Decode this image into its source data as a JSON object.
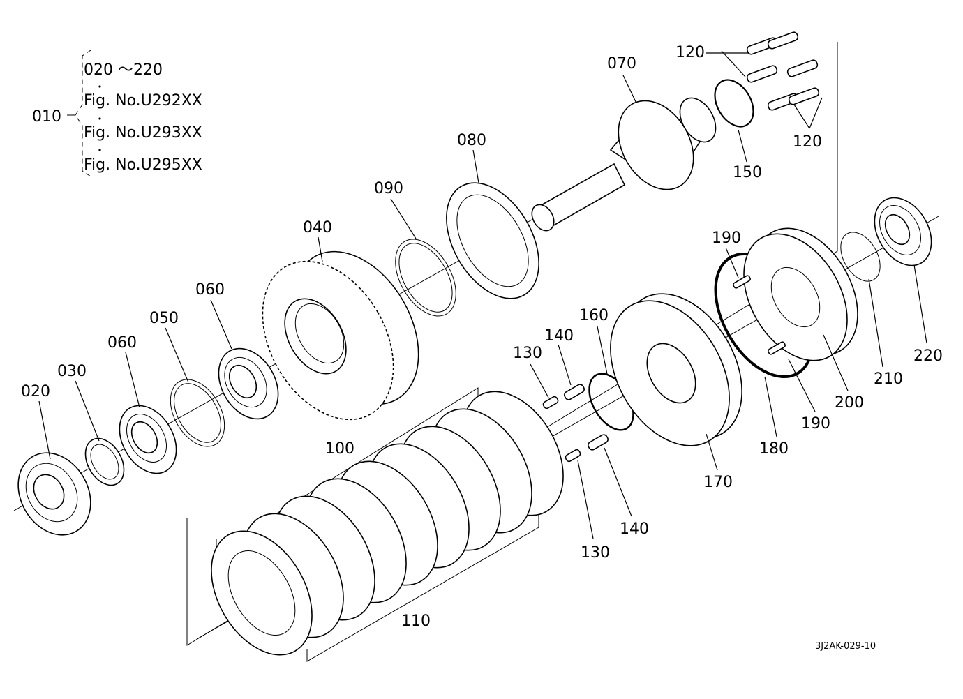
{
  "assembly": {
    "label": "010",
    "notes": [
      "020 ～220",
      "Fig. No.U292XX",
      "Fig. No.U293XX",
      "Fig. No.U295XX"
    ]
  },
  "parts": {
    "p020": "020",
    "p030": "030",
    "p040": "040",
    "p050": "050",
    "p060a": "060",
    "p060b": "060",
    "p070": "070",
    "p080": "080",
    "p090": "090",
    "p100": "100",
    "p110": "110",
    "p120a": "120",
    "p120b": "120",
    "p130a": "130",
    "p130b": "130",
    "p140a": "140",
    "p140b": "140",
    "p150": "150",
    "p160": "160",
    "p170": "170",
    "p180": "180",
    "p190a": "190",
    "p190b": "190",
    "p200": "200",
    "p210": "210",
    "p220": "220"
  },
  "drawing_code": "3J2AK-029-10"
}
